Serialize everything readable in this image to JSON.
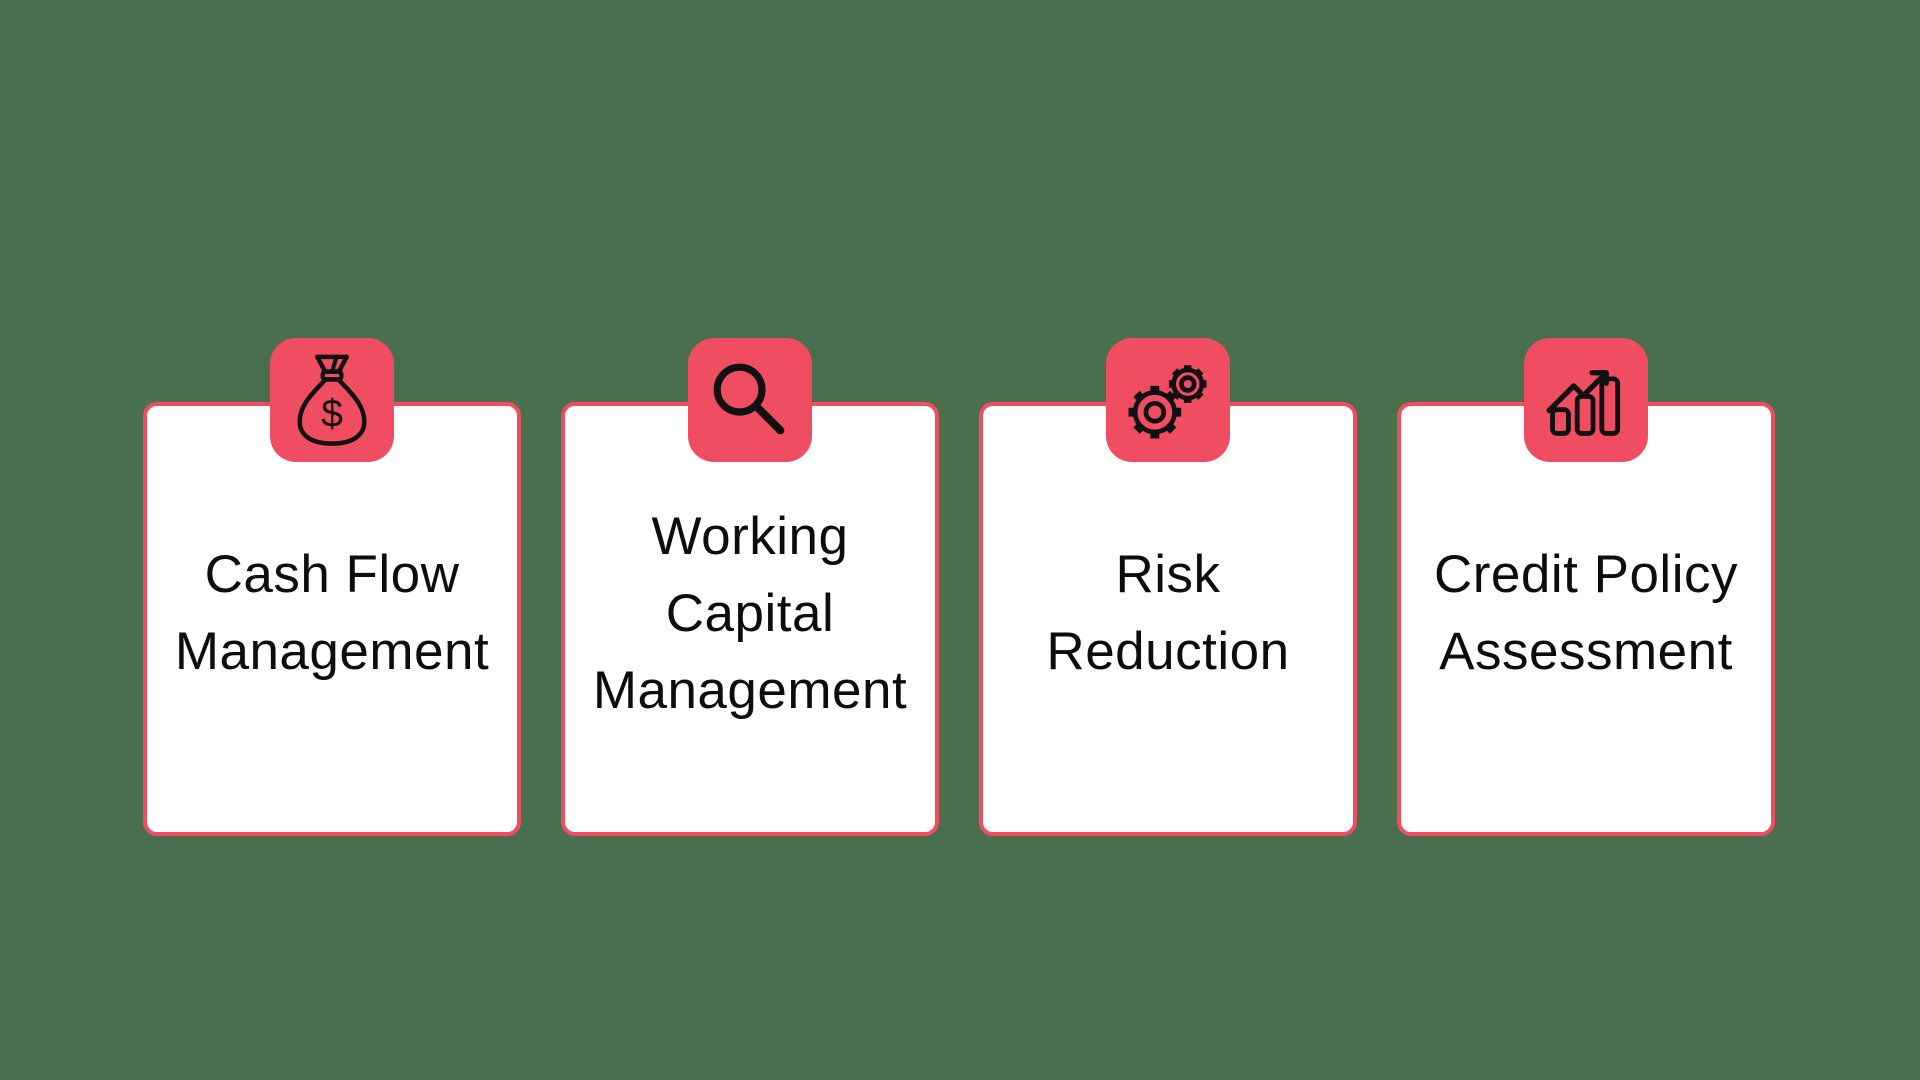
{
  "colors": {
    "background": "#496F4E",
    "accent": "#F04D63",
    "card_background": "#FFFFFF",
    "text": "#0D0D0D",
    "icon_stroke": "#111111"
  },
  "cards": [
    {
      "icon": "money-bag-icon",
      "currency_symbol": "$",
      "lines": [
        "Cash Flow",
        "Management"
      ]
    },
    {
      "icon": "search-icon",
      "lines": [
        "Working",
        "Capital",
        "Management"
      ]
    },
    {
      "icon": "gears-icon",
      "lines": [
        "Risk",
        "Reduction"
      ]
    },
    {
      "icon": "bar-chart-icon",
      "lines": [
        "Credit Policy",
        "Assessment"
      ]
    }
  ]
}
